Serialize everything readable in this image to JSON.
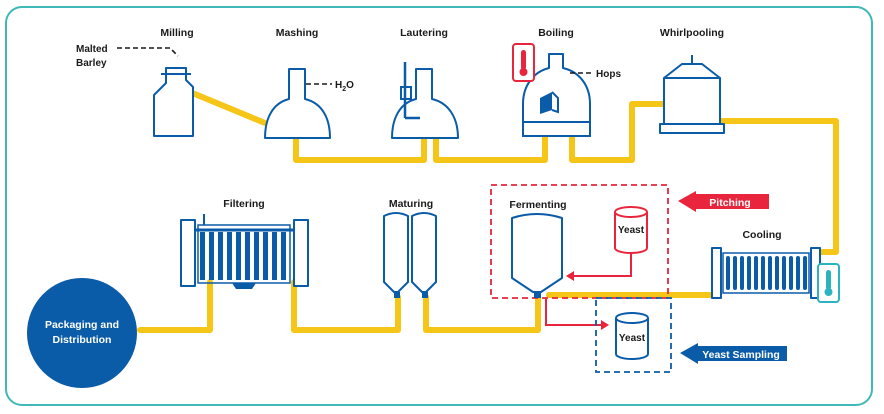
{
  "stages": {
    "milling": "Milling",
    "mashing": "Mashing",
    "lautering": "Lautering",
    "boiling": "Boiling",
    "whirlpooling": "Whirlpooling",
    "filtering": "Filtering",
    "maturing": "Maturing",
    "fermenting": "Fermenting",
    "cooling": "Cooling"
  },
  "inputs": {
    "malted_barley_line1": "Malted",
    "malted_barley_line2": "Barley",
    "water_h": "H",
    "water_sub": "2",
    "water_o": "O",
    "hops": "Hops"
  },
  "yeast": {
    "pitch_tank": "Yeast",
    "sample_tank": "Yeast"
  },
  "callouts": {
    "pitching": "Pitching",
    "yeast_sampling": "Yeast Sampling"
  },
  "endpoint": {
    "line1": "Packaging and",
    "line2": "Distribution"
  },
  "colors": {
    "frame": "#3fb8b8",
    "equipment": "#0b5ca8",
    "pipe": "#f5c518",
    "pitching": "#e8253c",
    "sampling": "#0b5ca8",
    "thermo_hot": "#e8253c",
    "thermo_cold": "#2bb3c0"
  }
}
